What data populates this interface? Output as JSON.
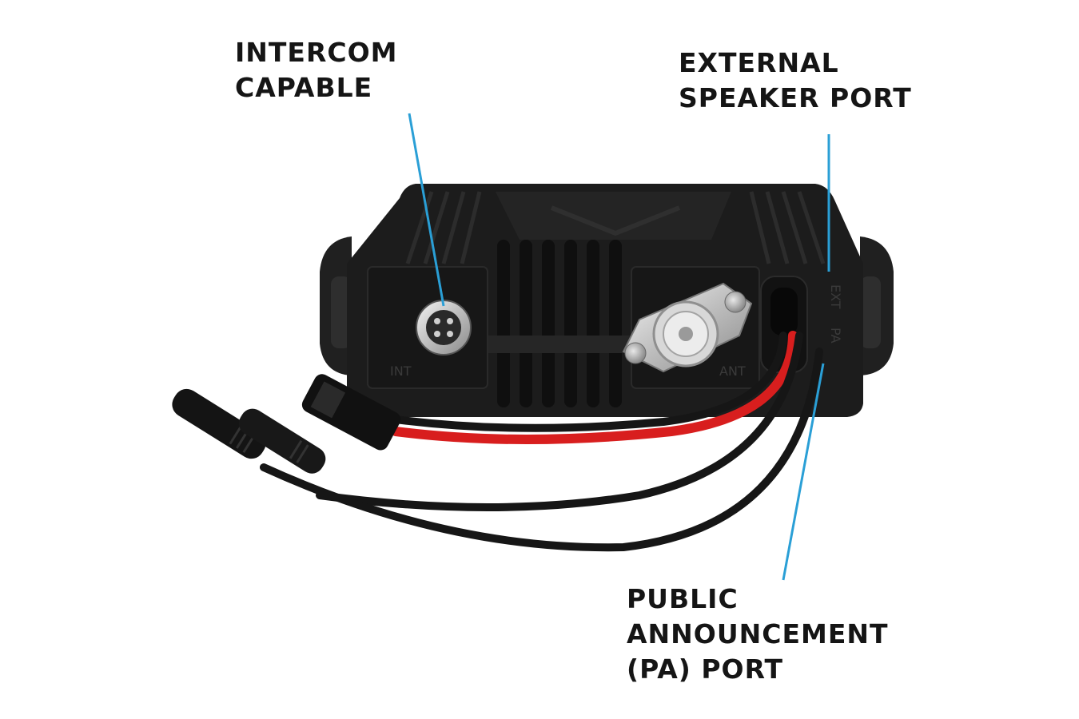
{
  "callouts": {
    "intercom": {
      "line1": "INTERCOM",
      "line2": "CAPABLE"
    },
    "external_speaker": {
      "line1": "EXTERNAL",
      "line2": "SPEAKER PORT"
    },
    "pa": {
      "line1": "PUBLIC",
      "line2": "ANNOUNCEMENT",
      "line3": "(PA) PORT"
    }
  },
  "device": {
    "label_int": "INT",
    "label_ant": "ANT",
    "label_ext": "EXT",
    "label_pa": "PA"
  },
  "colors": {
    "leader_line": "#2a9fd6",
    "housing": "#1c1c1c",
    "cable_red": "#d81e1e",
    "cable_black": "#161616",
    "text": "#151515"
  }
}
